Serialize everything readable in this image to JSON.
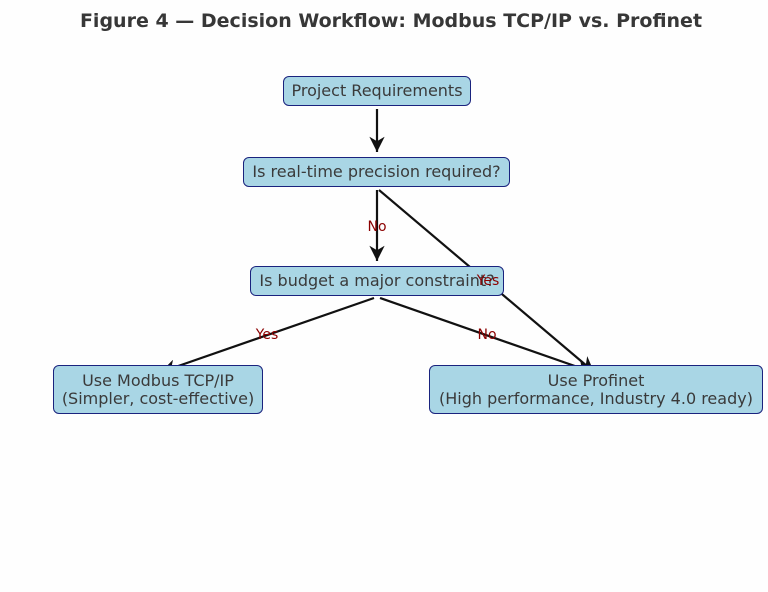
{
  "title": "Figure 4 — Decision Workflow: Modbus TCP/IP vs. Profinet",
  "nodes": {
    "requirements": {
      "line1": "Project Requirements"
    },
    "realtime": {
      "line1": "Is real-time precision required?"
    },
    "budget": {
      "line1": "Is budget a major constraint?"
    },
    "modbus": {
      "line1": "Use Modbus TCP/IP",
      "line2": "(Simpler, cost-effective)"
    },
    "profinet": {
      "line1": "Use Profinet",
      "line2": "(High performance, Industry 4.0 ready)"
    }
  },
  "edges": [
    {
      "from": "requirements",
      "to": "realtime",
      "label": ""
    },
    {
      "from": "realtime",
      "to": "budget",
      "label": "No"
    },
    {
      "from": "realtime",
      "to": "profinet",
      "label": "Yes"
    },
    {
      "from": "budget",
      "to": "modbus",
      "label": "Yes"
    },
    {
      "from": "budget",
      "to": "profinet",
      "label": "No"
    }
  ],
  "colors": {
    "node_fill": "#a9d6e5",
    "node_border": "#1a237e",
    "edge": "#111111",
    "edge_label": "#8b0000"
  }
}
